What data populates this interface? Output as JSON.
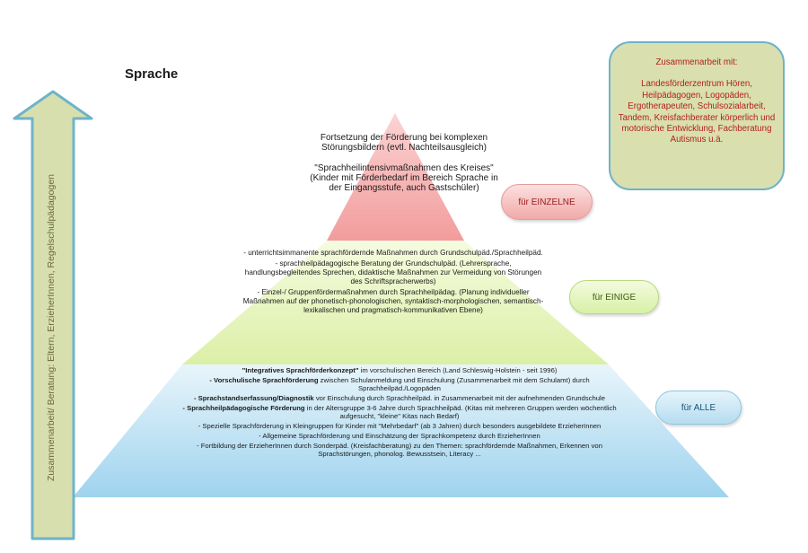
{
  "title": "Sprache",
  "pyramid": {
    "top": {
      "line1": "Fortsetzung der Förderung bei komplexen",
      "line2": "Störungsbildern (evtl. Nachteilsausgleich)",
      "line3": "\"Sprachheilintensivmaßnahmen des Kreises\"",
      "line4": "(Kinder mit Förderbedarf im Bereich Sprache in",
      "line5": "der Eingangsstufe, auch Gastschüler)"
    },
    "middle": {
      "item1": "- unterrichtsimmanente sprachfördernde Maßnahmen durch Grundschulpäd./Sprachheilpäd.",
      "item2": "- sprachheilpädagogische Beratung der Grundschulpäd. (Lehrersprache, handlungsbegleitendes Sprechen, didaktische Maßnahmen zur Vermeidung von Störungen des Schriftspracherwerbs)",
      "item3": "- Einzel-/ Gruppenfördermaßnahmen durch Sprachheilpädag. (Planung individueller Maßnahmen auf der phonetisch-phonologischen, syntaktisch-morphologischen, semantisch-lexikalischen und pragmatisch-kommunikativen Ebene)"
    },
    "bottom": {
      "item1_bold": "\"Integratives Sprachförderkonzept\"",
      "item1_rest": " im vorschulischen Bereich (Land Schleswig-Holstein - seit 1996)",
      "item2_bold": "- Vorschulische Sprachförderung",
      "item2_rest": " zwischen Schulanmeldung und Einschulung (Zusammenarbeit mit dem Schulamt) durch Sprachheilpäd./Logopäden",
      "item3_bold": "- Sprachstandserfassung/Diagnostik",
      "item3_rest": " vor Einschulung durch Sprachheilpäd. in Zusammenarbeit mit der aufnehmenden Grundschule",
      "item4_bold": "- Sprachheilpädagogische Förderung",
      "item4_rest": " in der Altersgruppe 3-6 Jahre durch Sprachheilpäd. (Kitas mit mehreren Gruppen werden wöchentlich aufgesucht, \"kleine\" Kitas nach Bedarf)",
      "item5": "- Spezielle Sprachförderung in Kleingruppen für Kinder mit \"Mehrbedarf\" (ab 3 Jahren) durch besonders ausgebildete ErzieherInnen",
      "item6": "- Allgemeine Sprachförderung und Einschätzung der Sprachkompetenz durch ErzieherInnen",
      "item7": "- Fortbildung der ErzieherInnen durch Sonderpäd. (Kreisfachberatung) zu den Themen: sprachfördernde Maßnahmen, Erkennen von Sprachstörungen, phonolog. Bewusstsein, Literacy ..."
    }
  },
  "labels": {
    "einzelne": "für EINZELNE",
    "einige": "für EINIGE",
    "alle": "für ALLE"
  },
  "collaboration": {
    "heading": "Zusammenarbeit mit:",
    "body": "Landesförderzentrum Hören, Heilpädagogen, Logopäden, Ergotherapeuten, Schulsozialarbeit, Tandem, Kreisfachberater körperlich und motorische Entwicklung, Fachberatung Autismus u.ä."
  },
  "arrow_label": "Zusammenarbeit/ Beratung: Eltern, ErzieherInnen, Regelschulpädagogen",
  "colors": {
    "tier_top": "#f4a3a3",
    "tier_middle": "#e5f3b4",
    "tier_bottom": "#a9d8ef",
    "arrow_fill": "#d8dfae",
    "arrow_stroke": "#6fb3c8"
  }
}
